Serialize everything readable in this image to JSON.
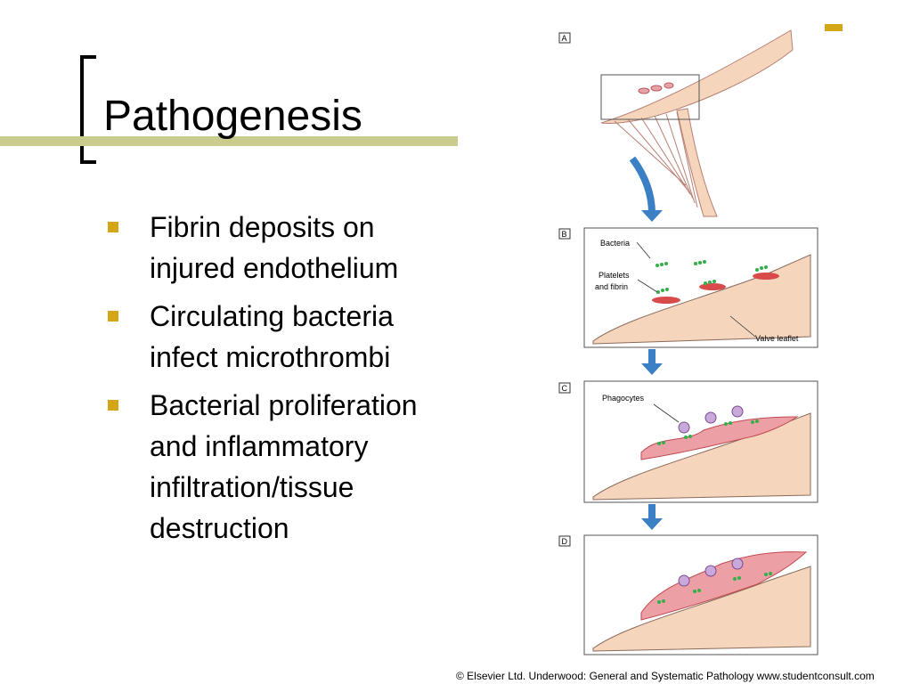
{
  "slide": {
    "title": "Pathogenesis",
    "bullets": [
      "Fibrin deposits on injured endothelium",
      "Circulating bacteria infect microthrombi",
      "Bacterial proliferation and inflammatory infiltration/tissue destruction"
    ]
  },
  "figure": {
    "panel_labels": [
      "A",
      "B",
      "C",
      "D"
    ],
    "labels": {
      "bacteria": "Bacteria",
      "platelets_line1": "Platelets",
      "platelets_line2": "and fibrin",
      "valve_leaflet": "Valve leaflet",
      "phagocytes": "Phagocytes"
    }
  },
  "footer": {
    "copyright": "© Elsevier Ltd. Underwood: General and Systematic Pathology www.studentconsult.com"
  },
  "colors": {
    "accent": "#d4a514",
    "title_line": "#c9cc8c",
    "tissue": "#f5d6bc",
    "vegetation": "#d94a4a",
    "bacteria": "#33b04a",
    "arrow": "#3b7fc4",
    "phagocyte": "#c9a9d9"
  }
}
